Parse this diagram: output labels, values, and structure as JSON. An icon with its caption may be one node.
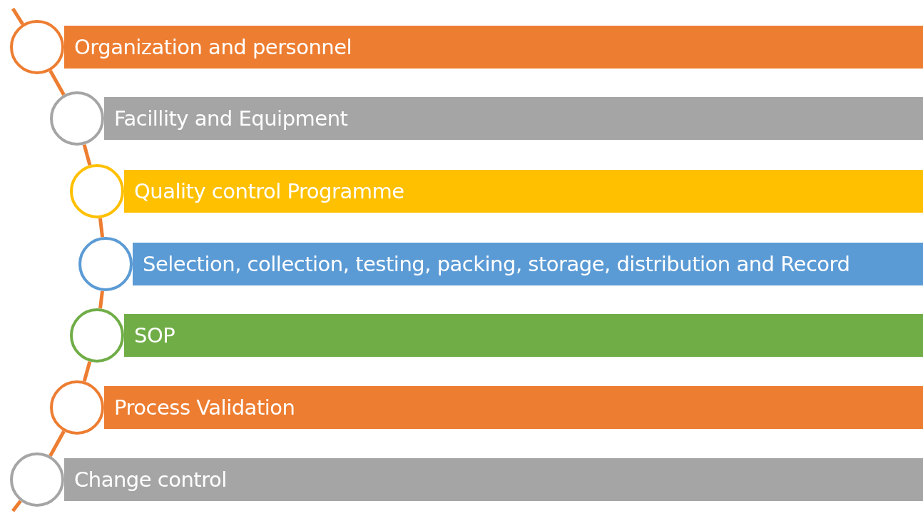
{
  "diagram": {
    "nodes": [
      {
        "text": [],
        "shape": "circle"
      },
      {
        "text": [
          "Organization and personnel"
        ]
      },
      {
        "text": [],
        "shape": "circle"
      },
      {
        "text": [
          "Facillity and Equipment"
        ]
      },
      {
        "text": [],
        "shape": "circle"
      },
      {
        "text": [
          "Quality control Programme"
        ]
      },
      {
        "text": [],
        "shape": "circle"
      },
      {
        "text": [
          "Selection, collection, testing, packing, storage, distribution and Record"
        ]
      },
      {
        "text": [],
        "shape": "circle"
      },
      {
        "text": [
          "SOP"
        ]
      },
      {
        "text": [],
        "shape": "circle"
      },
      {
        "text": [
          "Process Validation"
        ]
      },
      {
        "text": [],
        "shape": "circle"
      },
      {
        "text": [
          "Change control"
        ]
      }
    ],
    "edges": [
      {
        "from": null,
        "to": 0,
        "arrow": "none"
      },
      {
        "from": 0,
        "to": 2,
        "arrow": "none"
      },
      {
        "from": 2,
        "to": 4,
        "arrow": "none"
      },
      {
        "from": 4,
        "to": 6,
        "arrow": "none"
      },
      {
        "from": 6,
        "to": 8,
        "arrow": "none"
      },
      {
        "from": 8,
        "to": 10,
        "arrow": "none"
      },
      {
        "from": 10,
        "to": 12,
        "arrow": "none"
      },
      {
        "from": 12,
        "to": null,
        "arrow": "none"
      }
    ]
  }
}
